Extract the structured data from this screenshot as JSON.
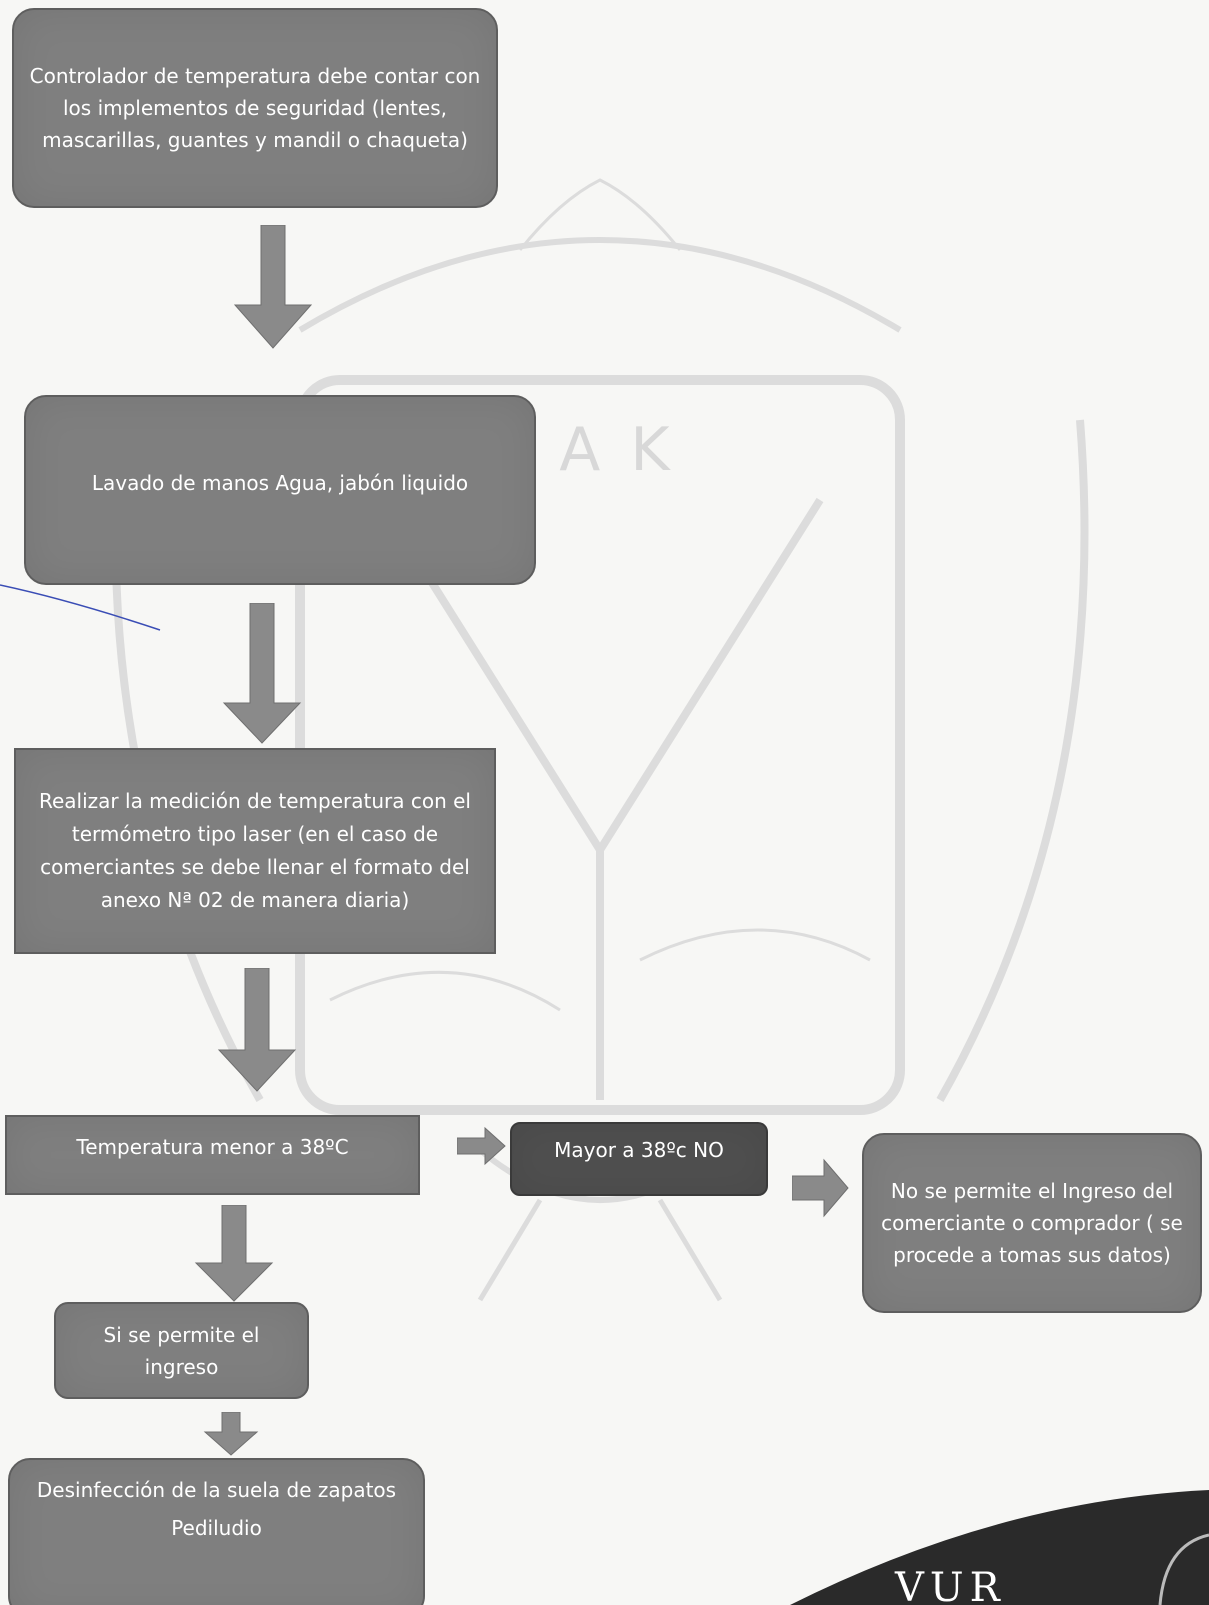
{
  "colors": {
    "box_fill": "#7f7f7f",
    "box_dark_fill": "#4f4f4f",
    "box_text": "#ffffff",
    "arrow_fill": "#8a8a8a",
    "pen_line": "#3a4db5",
    "watermark": "#d8d8d8",
    "footer_band": "#2a2a2a"
  },
  "watermark_text": "RAK",
  "nodes": {
    "step1": "Controlador de temperatura debe contar con los implementos de seguridad (lentes, mascarillas, guantes y mandil o chaqueta)",
    "step2": "Lavado de manos Agua, jabón liquido",
    "step3": "Realizar la medición de temperatura con el termómetro tipo laser (en el caso de comerciantes se debe llenar el formato del anexo Nª 02 de manera diaria)",
    "check_lt": "Temperatura menor a  38ºC",
    "check_gt": "Mayor a 38ºc NO",
    "denied": "No se permite el Ingreso del comerciante o comprador ( se procede a tomas sus datos)",
    "allowed": "Si se permite el ingreso",
    "disinfect_line1": "Desinfección de la suela de zapatos",
    "disinfect_line2": "Pediludio"
  },
  "footer": {
    "logo_text": "VUR"
  }
}
